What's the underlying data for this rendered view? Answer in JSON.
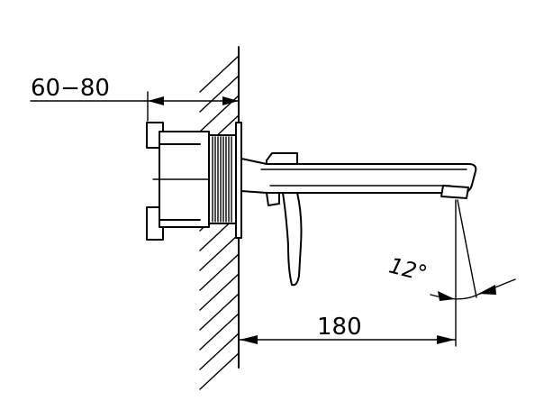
{
  "diagram": {
    "dimensions": {
      "wall_depth_range": "60−80",
      "spout_length": "180",
      "spout_angle": "12°"
    },
    "colors": {
      "line": "#000000",
      "background": "#ffffff"
    }
  }
}
